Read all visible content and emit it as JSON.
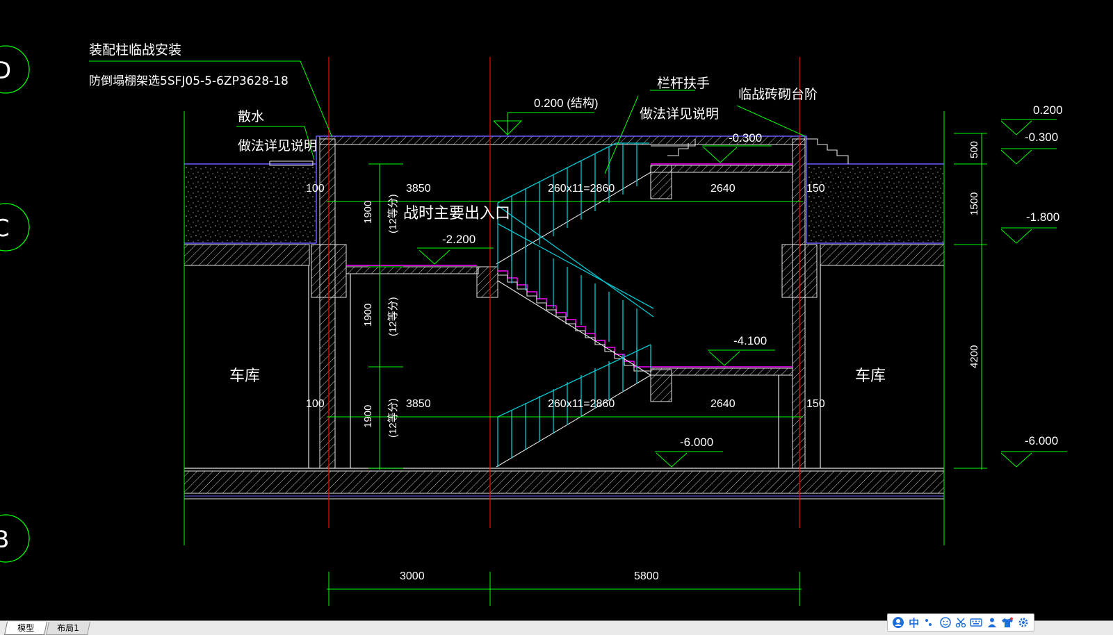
{
  "drawing": {
    "grid_bubbles": [
      "D",
      "C",
      "B"
    ],
    "notes": {
      "fabricated_column": "装配柱临战安装",
      "collapse_shed": "防倒塌棚架选5SFJ05-5-6ZP3628-18",
      "apron": "散水",
      "see_notes_left": "做法详见说明",
      "railing": "栏杆扶手",
      "see_notes_right": "做法详见说明",
      "temp_masonry_step": "临战砖砌台阶",
      "main_exit": "战时主要出入口"
    },
    "rooms": {
      "garage_left": "车库",
      "garage_right": "车库"
    },
    "elevations": {
      "structure_top": "0.200 (结构)",
      "landing_top": "-0.300",
      "mid_landing": "-2.200",
      "lower_landing": "-4.100",
      "floor": "-6.000",
      "right_top": "0.200",
      "right_stair": "-0.300",
      "right_soil": "-1.800",
      "right_floor": "-6.000"
    },
    "dimensions": {
      "upper_left_width": "3850",
      "lower_left_width": "3850",
      "upper_stair": "260x11=2860",
      "lower_stair": "260x11=2860",
      "upper_landing": "2640",
      "lower_landing": "2640",
      "wall_left_upper": "100",
      "wall_left_lower": "100",
      "wall_right_upper": "150",
      "wall_right_lower": "150",
      "flight_1": "1900",
      "flight_2": "1900",
      "flight_3": "1900",
      "twelve_div": "(12等分)",
      "right_500": "500",
      "right_1500": "1500",
      "right_4200": "4200",
      "bottom_3000": "3000",
      "bottom_5800": "5800"
    }
  },
  "tabs": {
    "model": "模型",
    "layout1": "布局1"
  },
  "ime": {
    "icons": [
      "user-icon",
      "chinese-mode",
      "punctuation-icon",
      "emoji-icon",
      "scissors-icon",
      "keyboard-icon",
      "person-icon",
      "shirt-icon",
      "gear-icon"
    ],
    "chinese_label": "中"
  },
  "colors": {
    "background": "#000000",
    "dim_green": "#00ff00",
    "axis_red": "#ff0000",
    "stair_cyan": "#00c8d2",
    "finish_magenta": "#ff00ff",
    "outline_purple": "#6a5cff",
    "wall_white": "#e6e6e6"
  }
}
